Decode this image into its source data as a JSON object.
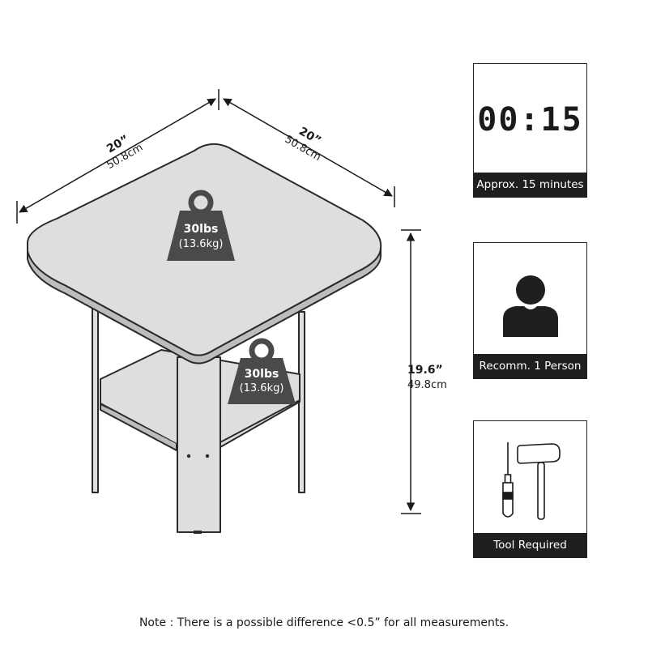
{
  "dimensions": {
    "width_left": {
      "inches": "20”",
      "cm": "50.8cm"
    },
    "width_right": {
      "inches": "20”",
      "cm": "50.8cm"
    },
    "height": {
      "inches": "19.6”",
      "cm": "49.8cm"
    }
  },
  "weights": {
    "top": {
      "lbs": "30lbs",
      "kg": "(13.6kg)"
    },
    "shelf": {
      "lbs": "30lbs",
      "kg": "(13.6kg)"
    }
  },
  "cards": {
    "time": {
      "display": "00:15",
      "caption": "Approx. 15 minutes",
      "icon": "digital-clock-icon"
    },
    "person": {
      "caption": "Recomm. 1 Person",
      "icon": "person-icon"
    },
    "tool": {
      "caption": "Tool Required",
      "icon": "screwdriver-hammer-icon"
    }
  },
  "note": "Note : There is a possible difference <0.5” for all measurements.",
  "colors": {
    "table": "#dedede",
    "outline": "#2a2a2a",
    "weight_badge": "#4a4a4a",
    "caption_bar": "#1f1f1f"
  }
}
